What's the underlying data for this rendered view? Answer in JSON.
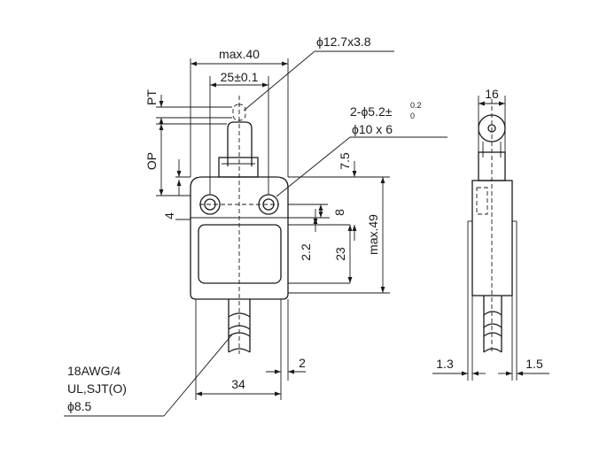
{
  "labels": {
    "max40": "max.40",
    "dim25": "25±0.1",
    "roller": "ϕ12.7x3.8",
    "pt": "PT",
    "op": "OP",
    "holes": "2-ϕ5.2±",
    "holes_sup": "0.2",
    "holes_sub": "0",
    "counterbore": "ϕ10 x 6",
    "dim7_5": "7.5",
    "dim4": "4",
    "dim8": "8",
    "dim22": "2.2",
    "dim23": "23",
    "max49": "max.49",
    "dim34": "34",
    "dim2": "2",
    "cable1": "18AWG/4",
    "cable2": "UL,SJT(O)",
    "cable3": "ϕ8.5",
    "dim16": "16",
    "dim1_3": "1.3",
    "dim1_5": "1.5"
  }
}
